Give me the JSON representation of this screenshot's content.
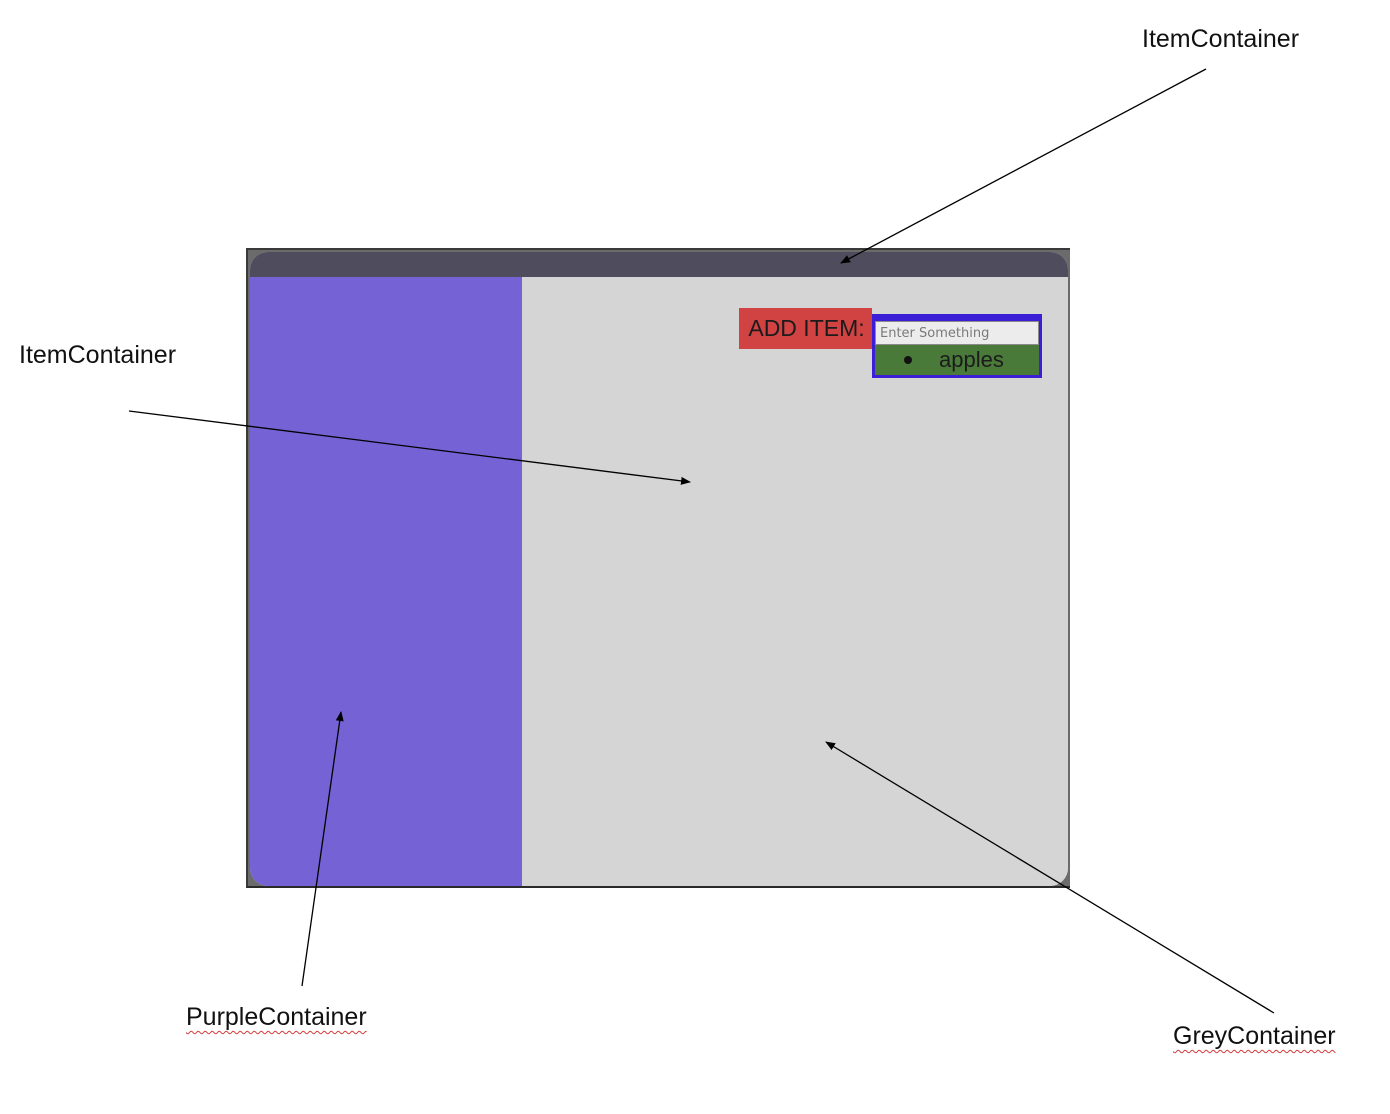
{
  "window": {
    "add_item_label": "ADD ITEM:",
    "input_placeholder": "Enter Something",
    "items": [
      "apples"
    ]
  },
  "annotations": {
    "title_bar": "ItemContainer",
    "grey_area_left": "ItemContainer",
    "purple_container": "PurpleContainer",
    "grey_container": "GreyContainer"
  },
  "colors": {
    "title_bar": "#4f4c5e",
    "purple_container": "#7562d4",
    "grey_container": "#d5d5d5",
    "add_item_label": "#d14343",
    "item_box_border": "#3a1fd6",
    "item_list_background": "#4a7a3a"
  }
}
